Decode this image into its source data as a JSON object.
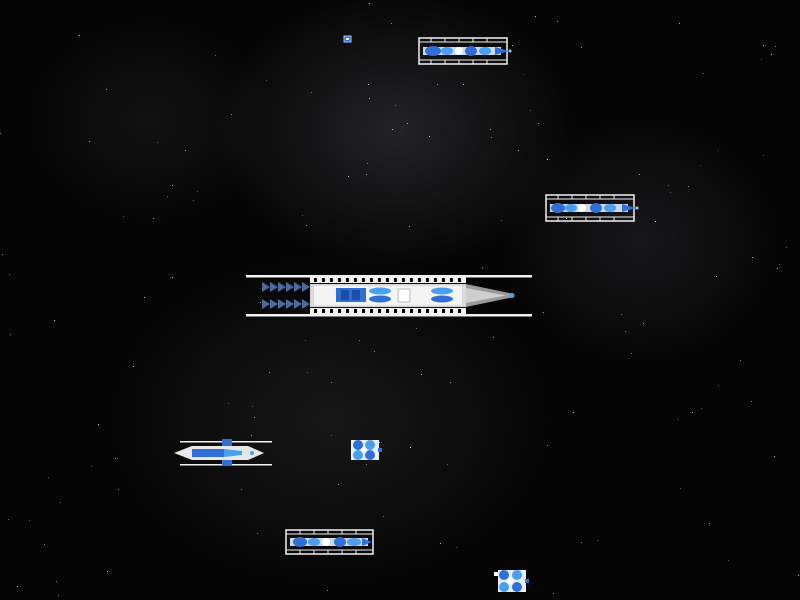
{
  "colors": {
    "background": "#050505",
    "hull_white": "#f2f2f2",
    "module_blue": "#2f6fd6",
    "module_light_blue": "#4aa0f0",
    "hull_grey": "#9a9a9a",
    "thruster_blue": "#4c6a9c"
  },
  "entities": [
    {
      "name": "probe-drone",
      "kind": "tiny drone"
    },
    {
      "name": "frigate-top",
      "kind": "caged frigate"
    },
    {
      "name": "frigate-right",
      "kind": "caged frigate"
    },
    {
      "name": "capital-carrier",
      "kind": "long-hull carrier"
    },
    {
      "name": "interceptor",
      "kind": "arrow interceptor"
    },
    {
      "name": "pod-cluster-center",
      "kind": "pod cluster"
    },
    {
      "name": "frigate-bottom",
      "kind": "caged frigate"
    },
    {
      "name": "pod-cluster-bottom-right",
      "kind": "pod cluster"
    }
  ]
}
